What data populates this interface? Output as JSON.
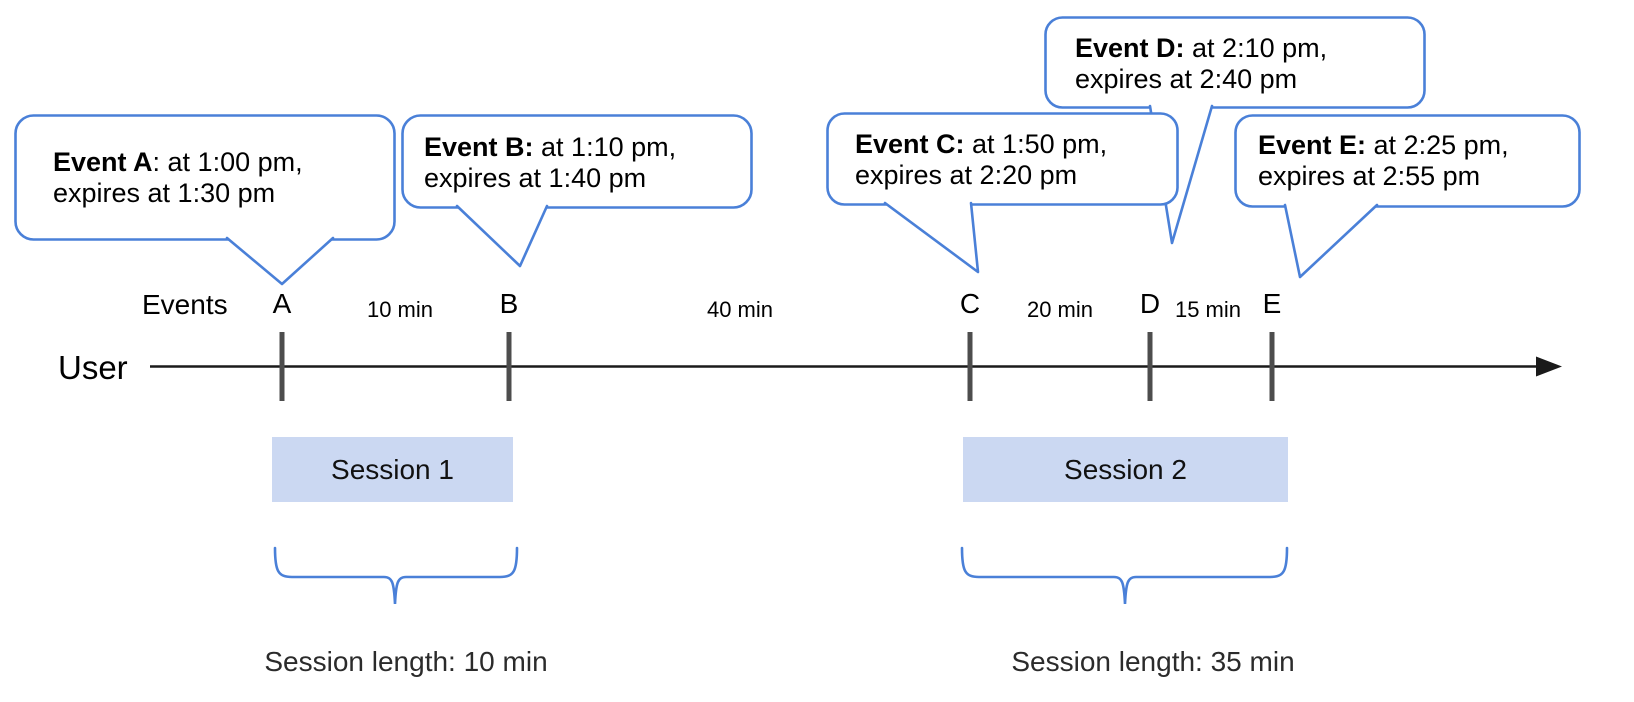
{
  "bubbles": [
    {
      "event": "A",
      "bold": "Event A",
      "rest": ": at 1:00 pm,",
      "line2": "expires at 1:30 pm"
    },
    {
      "event": "B",
      "bold": "Event B:",
      "rest": " at 1:10 pm,",
      "line2": "expires at 1:40 pm"
    },
    {
      "event": "C",
      "bold": "Event C:",
      "rest": " at 1:50 pm,",
      "line2": "expires at 2:20 pm"
    },
    {
      "event": "D",
      "bold": "Event D:",
      "rest": " at 2:10 pm,",
      "line2": "expires at 2:40 pm"
    },
    {
      "event": "E",
      "bold": "Event E:",
      "rest": " at 2:25 pm,",
      "line2": "expires at 2:55 pm"
    }
  ],
  "timeline": {
    "axis_label": "User",
    "events_label": "Events",
    "event_marks": [
      "A",
      "B",
      "C",
      "D",
      "E"
    ],
    "intervals": [
      {
        "from": "A",
        "to": "B",
        "label": "10 min"
      },
      {
        "from": "B",
        "to": "C",
        "label": "40 min"
      },
      {
        "from": "C",
        "to": "D",
        "label": "20 min"
      },
      {
        "from": "D",
        "to": "E",
        "label": "15 min"
      }
    ]
  },
  "sessions": [
    {
      "label": "Session 1",
      "length_label": "Session length: 10 min"
    },
    {
      "label": "Session 2",
      "length_label": "Session length: 35 min"
    }
  ],
  "colors": {
    "bubble_border": "#4a80d8",
    "session_fill": "#cbd8f2",
    "brace": "#4a80d8",
    "tick": "#4d4d4d",
    "axis": "#1a1a1a",
    "text": "#000000",
    "length_text": "#2b2b2b"
  }
}
